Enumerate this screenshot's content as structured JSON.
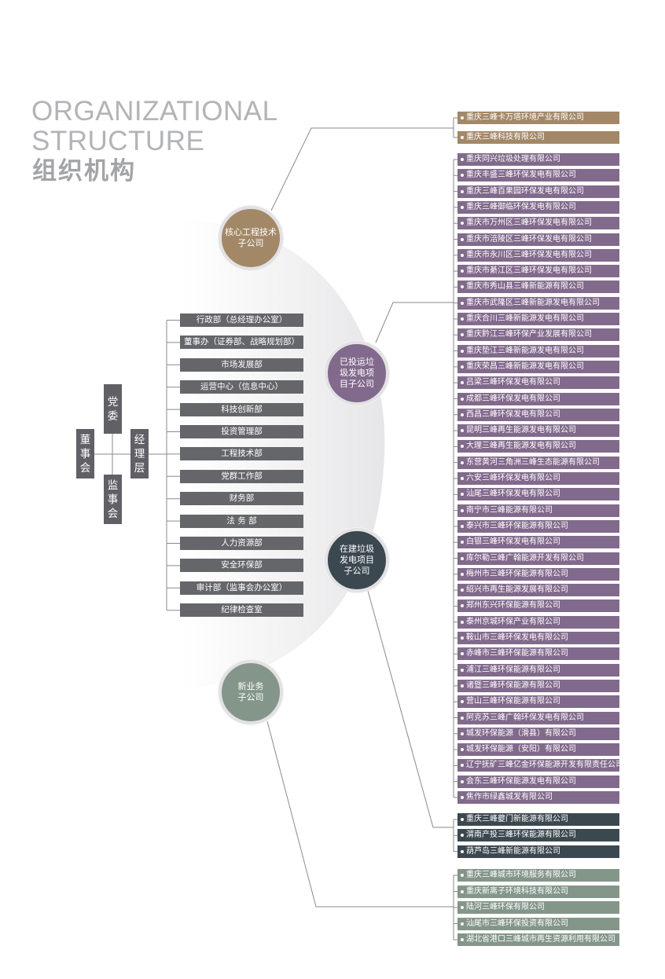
{
  "title": {
    "en_line1": "ORGANIZATIONAL",
    "en_line2": "STRUCTURE",
    "cn": "组织机构"
  },
  "board": "董事会",
  "party": "党委",
  "supervisory": "监事会",
  "management": "经理层",
  "departments": [
    "行政部（总经理办公室）",
    "董事办（证券部、战略规划部）",
    "市场发展部",
    "运营中心（信息中心）",
    "科技创新部",
    "投资管理部",
    "工程技术部",
    "党群工作部",
    "财务部",
    "法 务 部",
    "人力资源部",
    "安全环保部",
    "审计部（监事会办公室）",
    "纪律检查室"
  ],
  "colors": {
    "core": "#a38868",
    "operating": "#826a8c",
    "construction": "#3c4850",
    "new_business": "#84968a",
    "department": "#65666a",
    "connector": "#8a8a8a"
  },
  "groups": {
    "core": {
      "label": "核心工程技术子公司",
      "companies": [
        "重庆三峰卡万塔环境产业有限公司",
        "重庆三峰科技有限公司"
      ]
    },
    "operating": {
      "label": "已投运垃圾发电项目子公司",
      "companies": [
        "重庆同兴垃圾处理有限公司",
        "重庆丰盛三峰环保发电有限公司",
        "重庆三峰百果园环保发电有限公司",
        "重庆三峰御临环保发电有限公司",
        "重庆市万州区三峰环保发电有限公司",
        "重庆市涪陵区三峰环保发电有限公司",
        "重庆市永川区三峰环保发电有限公司",
        "重庆市綦江区三峰环保发电有限公司",
        "重庆市秀山县三峰新能源有限公司",
        "重庆市武隆区三峰新能源发电有限公司",
        "重庆合川三峰新能源发电有限公司",
        "重庆黔江三峰环保产业发展有限公司",
        "重庆垫江三峰新能源发电有限公司",
        "重庆荣昌三峰新能源发电有限公司",
        "吕梁三峰环保发电有限公司",
        "成都三峰环保发电有限公司",
        "西昌三峰环保发电有限公司",
        "昆明三峰再生能源发电有限公司",
        "大理三峰再生能源发电有限公司",
        "东营黄河三角洲三峰生态能源有限公司",
        "六安三峰环保发电有限公司",
        "汕尾三峰环保发电有限公司",
        "南宁市三峰能源有限公司",
        "泰兴市三峰环保能源有限公司",
        "白银三峰环保发电有限公司",
        "库尔勒三峰广翰能源开发有限公司",
        "梅州市三峰环保能源有限公司",
        "绍兴市再生能源发展有限公司",
        "郑州东兴环保能源有限公司",
        "泰州京城环保产业有限公司",
        "鞍山市三峰环保发电有限公司",
        "赤峰市三峰环保能源有限公司",
        "浦江三峰环保能源有限公司",
        "诸暨三峰环保能源有限公司",
        "营山三峰环保能源有限公司",
        "阿克苏三峰广翰环保发电有限公司",
        "城发环保能源（滑县）有限公司",
        "城发环保能源（安阳）有限公司",
        "辽宁抚矿三峰亿金环保能源开发有限责任公司",
        "会东三峰环保能源发电有限公司",
        "焦作市绿鑫城发有限公司"
      ]
    },
    "construction": {
      "label": "在建垃圾发电项目子公司",
      "companies": [
        "重庆三峰夔门新能源有限公司",
        "渭南产投三峰环保能源有限公司",
        "葫芦岛三峰新能源有限公司"
      ]
    },
    "new_business": {
      "label": "新业务子公司",
      "companies": [
        "重庆三峰城市环境服务有限公司",
        "重庆新离子环境科技有限公司",
        "陆河三峰环保有限公司",
        "汕尾市三峰环保投资有限公司",
        "湖北省港口三峰城市再生资源利用有限公司"
      ]
    }
  }
}
